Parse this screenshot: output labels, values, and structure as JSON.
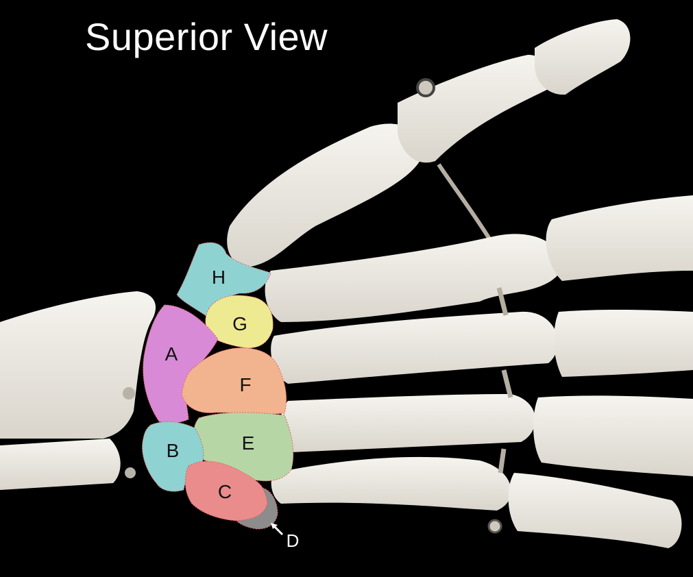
{
  "title": "Superior View",
  "labels": {
    "a": "A",
    "b": "B",
    "c": "C",
    "d": "D",
    "e": "E",
    "f": "F",
    "g": "G",
    "h": "H"
  },
  "colors": {
    "background": "#000000",
    "bone": "#ece9e2",
    "a": "#d98ad6",
    "b": "#8fd2d2",
    "c": "#ea8c8c",
    "d": "#8c8c8c",
    "e": "#b7d6a6",
    "f": "#f2b48e",
    "g": "#eeea92",
    "h": "#8fd2d2"
  }
}
